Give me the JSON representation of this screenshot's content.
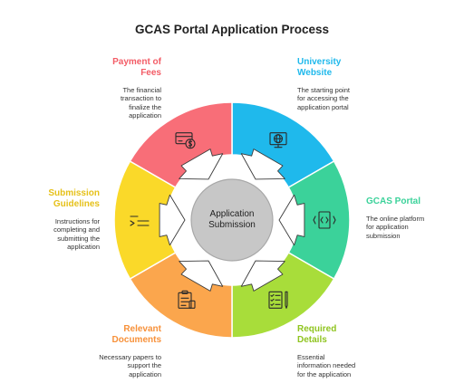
{
  "title": "GCAS Portal Application Process",
  "center": {
    "line1": "Application",
    "line2": "Submission"
  },
  "colors": {
    "website": "#1fb9ec",
    "portal": "#3bd29a",
    "details": "#a8dd3a",
    "documents": "#fba64d",
    "guidelines": "#fad929",
    "fees": "#f86e78",
    "hub": "#c7c7c7"
  },
  "segments": [
    {
      "key": "website",
      "icon": "globe-monitor-icon",
      "heading": [
        "University",
        "Website"
      ],
      "desc": [
        "The starting point",
        "for accessing the",
        "application portal"
      ]
    },
    {
      "key": "portal",
      "icon": "code-window-icon",
      "heading": [
        "GCAS Portal"
      ],
      "desc": [
        "The online platform",
        "for application",
        "submission"
      ]
    },
    {
      "key": "details",
      "icon": "checklist-pen-icon",
      "heading": [
        "Required",
        "Details"
      ],
      "desc": [
        "Essential",
        "information needed",
        "for the application"
      ]
    },
    {
      "key": "documents",
      "icon": "clipboard-icon",
      "heading": [
        "Relevant",
        "Documents"
      ],
      "desc": [
        "Necessary papers to",
        "support the",
        "application"
      ]
    },
    {
      "key": "guidelines",
      "icon": "list-arrow-icon",
      "heading": [
        "Submission",
        "Guidelines"
      ],
      "desc": [
        "Instructions for",
        "completing and",
        "submitting the",
        "application"
      ]
    },
    {
      "key": "fees",
      "icon": "card-payment-icon",
      "heading": [
        "Payment of",
        "Fees"
      ],
      "desc": [
        "The financial",
        "transaction to",
        "finalize the",
        "application"
      ]
    }
  ]
}
